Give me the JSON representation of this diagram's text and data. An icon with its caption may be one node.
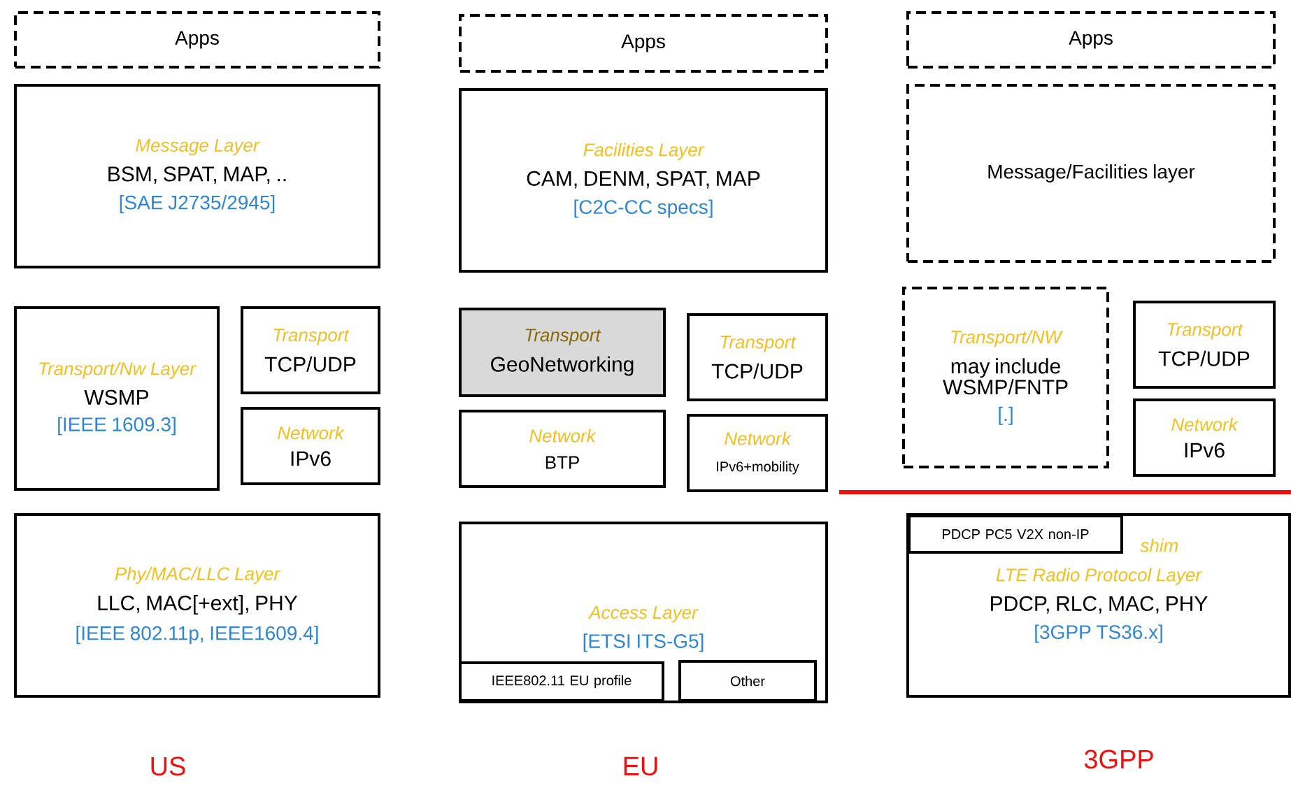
{
  "diagram": {
    "nodes": [
      {
        "text": [
          "Apps"
        ]
      },
      {
        "text": [
          "Message Layer",
          "BSM, SPAT, MAP, ..",
          "[SAE J2735/2945]"
        ]
      },
      {
        "text": [
          "Transport/Nw Layer",
          "WSMP",
          "[IEEE 1609.3]"
        ]
      },
      {
        "text": [
          "Transport",
          "TCP/UDP"
        ]
      },
      {
        "text": [
          "Network",
          "IPv6"
        ]
      },
      {
        "text": [
          "Phy/MAC/LLC Layer",
          "LLC, MAC[+ext], PHY",
          "[IEEE 802.11p, IEEE1609.4]"
        ]
      },
      {
        "text": [
          "Apps"
        ]
      },
      {
        "text": [
          "Facilities Layer",
          "CAM, DENM, SPAT, MAP",
          "[C2C-CC specs]"
        ]
      },
      {
        "text": [
          "Transport",
          "GeoNetworking"
        ]
      },
      {
        "text": [
          "Transport",
          "TCP/UDP"
        ]
      },
      {
        "text": [
          "Network",
          "BTP"
        ]
      },
      {
        "text": [
          "Network",
          "IPv6+mobility"
        ]
      },
      {
        "text": [
          "Access Layer",
          "[ETSI ITS-G5]"
        ]
      },
      {
        "text": [
          "IEEE802.11 EU profile"
        ],
        "in": 12
      },
      {
        "text": [
          "Other"
        ],
        "in": 12
      },
      {
        "text": [
          "Apps"
        ]
      },
      {
        "text": [
          "Message/Facilities layer"
        ]
      },
      {
        "text": [
          "Transport/NW",
          "may include WSMP/FNTP",
          "[.]"
        ]
      },
      {
        "text": [
          "Transport",
          "TCP/UDP"
        ]
      },
      {
        "text": [
          "Network",
          "IPv6"
        ]
      },
      {
        "text": [
          "shim",
          "LTE Radio Protocol Layer",
          "PDCP, RLC, MAC, PHY",
          "[3GPP TS36.x]"
        ]
      },
      {
        "text": [
          "PDCP PC5 V2X non-IP"
        ],
        "in": 20
      }
    ],
    "labels": [
      "US",
      "EU",
      "3GPP"
    ]
  }
}
